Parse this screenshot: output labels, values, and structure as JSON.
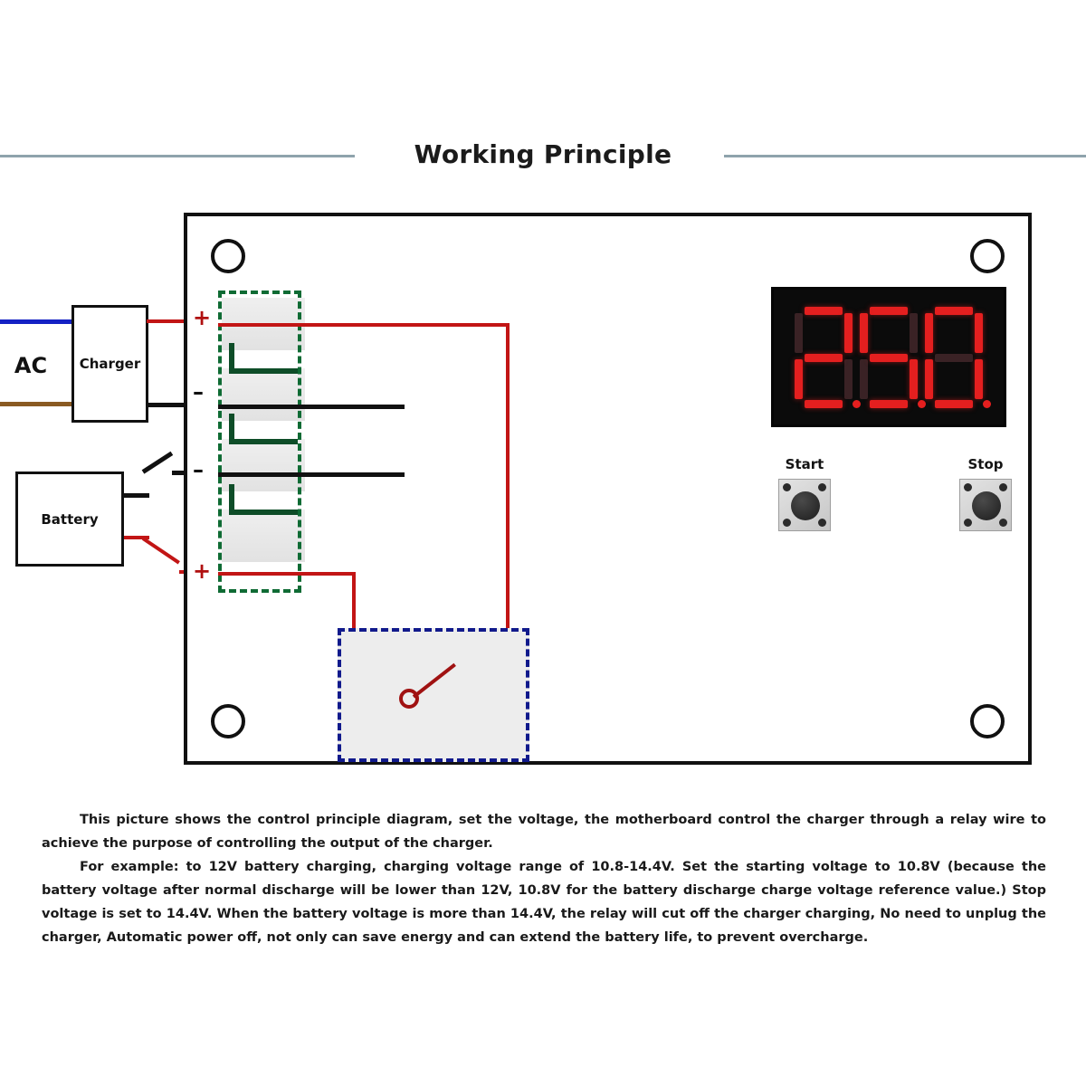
{
  "header": {
    "title": "Working Principle",
    "rule_color": "#8ea3ac"
  },
  "board": {
    "display": {
      "name": "seven-segment-display",
      "value": "25.0",
      "digits": [
        "2",
        "5",
        "0"
      ],
      "segment_on_color": "#e41f1f",
      "segment_off_color": "#3a2225",
      "background": "#0b0b0b"
    },
    "buttons": {
      "start_label": "Start",
      "stop_label": "Stop"
    },
    "terminal_block": {
      "outline_color": "#0f6b34",
      "signs": [
        "+",
        "–",
        "–",
        "+"
      ]
    },
    "relay": {
      "outline_color": "#111a8c",
      "symbol": "open-switch"
    },
    "mounting_holes": 4
  },
  "diagram": {
    "ac_label": "AC",
    "charger_label": "Charger",
    "battery_label": "Battery",
    "wire_colors": {
      "positive": "#c21515",
      "negative": "#111111",
      "ac_live": "#1421c4",
      "ac_neutral": "#8a5a22"
    }
  },
  "description": {
    "paragraph1": "This picture shows the control principle diagram, set the voltage, the motherboard control the charger through a relay wire to achieve the purpose of controlling the output of the charger.",
    "paragraph2": "For example: to 12V battery charging, charging voltage range of 10.8-14.4V. Set the starting voltage to 10.8V (because the battery voltage after normal discharge will be lower than 12V, 10.8V for the battery discharge charge voltage reference value.) Stop voltage is set to 14.4V. When the battery voltage is more than 14.4V, the relay will cut off the charger charging, No need to unplug the charger, Automatic power off, not only can save energy and can extend the battery life, to prevent overcharge."
  }
}
